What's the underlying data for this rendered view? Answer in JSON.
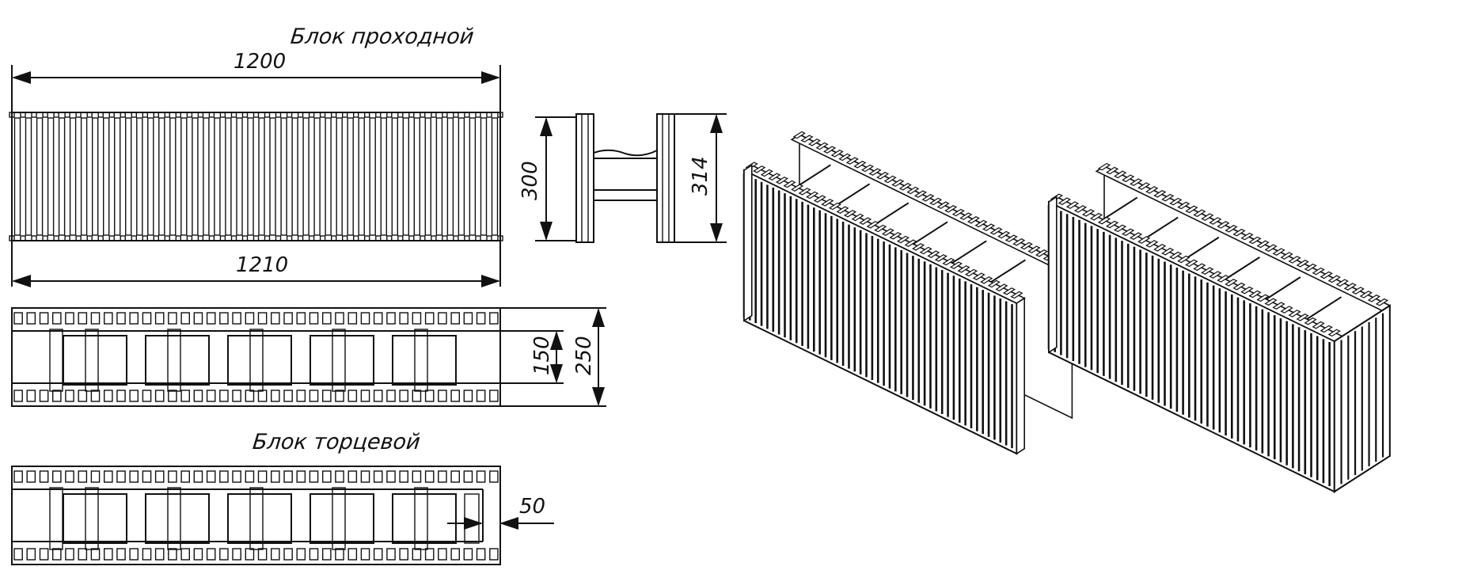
{
  "labels": {
    "through_block": "Блок проходной",
    "end_block": "Блок торцевой"
  },
  "dimensions": {
    "length_top": "1200",
    "length_bottom": "1210",
    "height_inner": "300",
    "height_outer": "314",
    "core_width": "150",
    "block_width": "250",
    "end_wall": "50"
  },
  "colors": {
    "line": "#111111",
    "background": "#ffffff"
  }
}
